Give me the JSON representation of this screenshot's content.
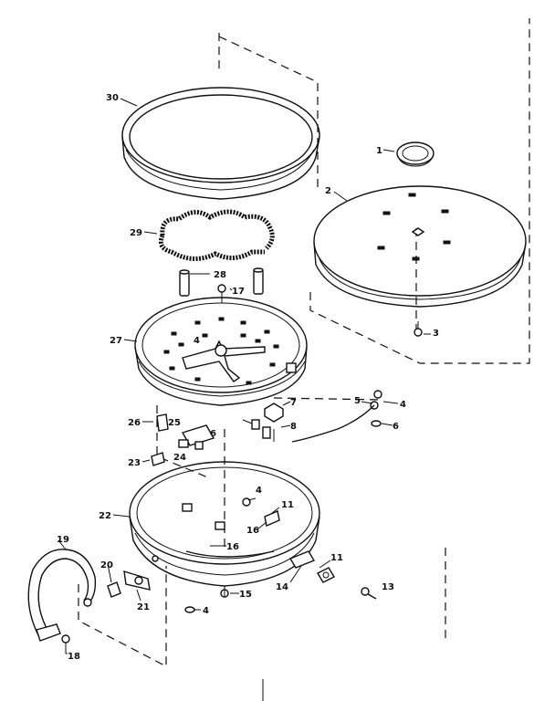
{
  "diagram": {
    "callouts": [
      {
        "id": "c1",
        "text": "1"
      },
      {
        "id": "c2",
        "text": "2"
      },
      {
        "id": "c3",
        "text": "3"
      },
      {
        "id": "c4a",
        "text": "4"
      },
      {
        "id": "c4b",
        "text": "4"
      },
      {
        "id": "c4c",
        "text": "4"
      },
      {
        "id": "c4d",
        "text": "4"
      },
      {
        "id": "c5",
        "text": "5"
      },
      {
        "id": "c6a",
        "text": "6"
      },
      {
        "id": "c6b",
        "text": "6"
      },
      {
        "id": "c7",
        "text": "7"
      },
      {
        "id": "c8",
        "text": "8"
      },
      {
        "id": "c11a",
        "text": "11"
      },
      {
        "id": "c11b",
        "text": "11"
      },
      {
        "id": "c13",
        "text": "13"
      },
      {
        "id": "c14",
        "text": "14"
      },
      {
        "id": "c15",
        "text": "15"
      },
      {
        "id": "c16a",
        "text": "16"
      },
      {
        "id": "c16b",
        "text": "16"
      },
      {
        "id": "c17",
        "text": "17"
      },
      {
        "id": "c18",
        "text": "18"
      },
      {
        "id": "c19",
        "text": "19"
      },
      {
        "id": "c20",
        "text": "20"
      },
      {
        "id": "c21",
        "text": "21"
      },
      {
        "id": "c22",
        "text": "22"
      },
      {
        "id": "c23",
        "text": "23"
      },
      {
        "id": "c24",
        "text": "24"
      },
      {
        "id": "c25",
        "text": "25"
      },
      {
        "id": "c26",
        "text": "26"
      },
      {
        "id": "c27",
        "text": "27"
      },
      {
        "id": "c28",
        "text": "28"
      },
      {
        "id": "c29",
        "text": "29"
      },
      {
        "id": "c30",
        "text": "30"
      }
    ]
  }
}
